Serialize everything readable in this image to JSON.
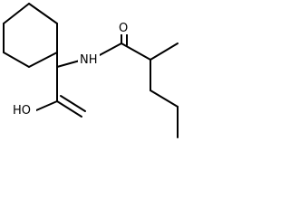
{
  "structure": {
    "labels": {
      "amide_oxygen": "O",
      "amide_nitrogen": "NH",
      "hydroxyl": "HO"
    },
    "colors": {
      "bond": "#000000",
      "text": "#000000",
      "background": "#ffffff"
    }
  }
}
